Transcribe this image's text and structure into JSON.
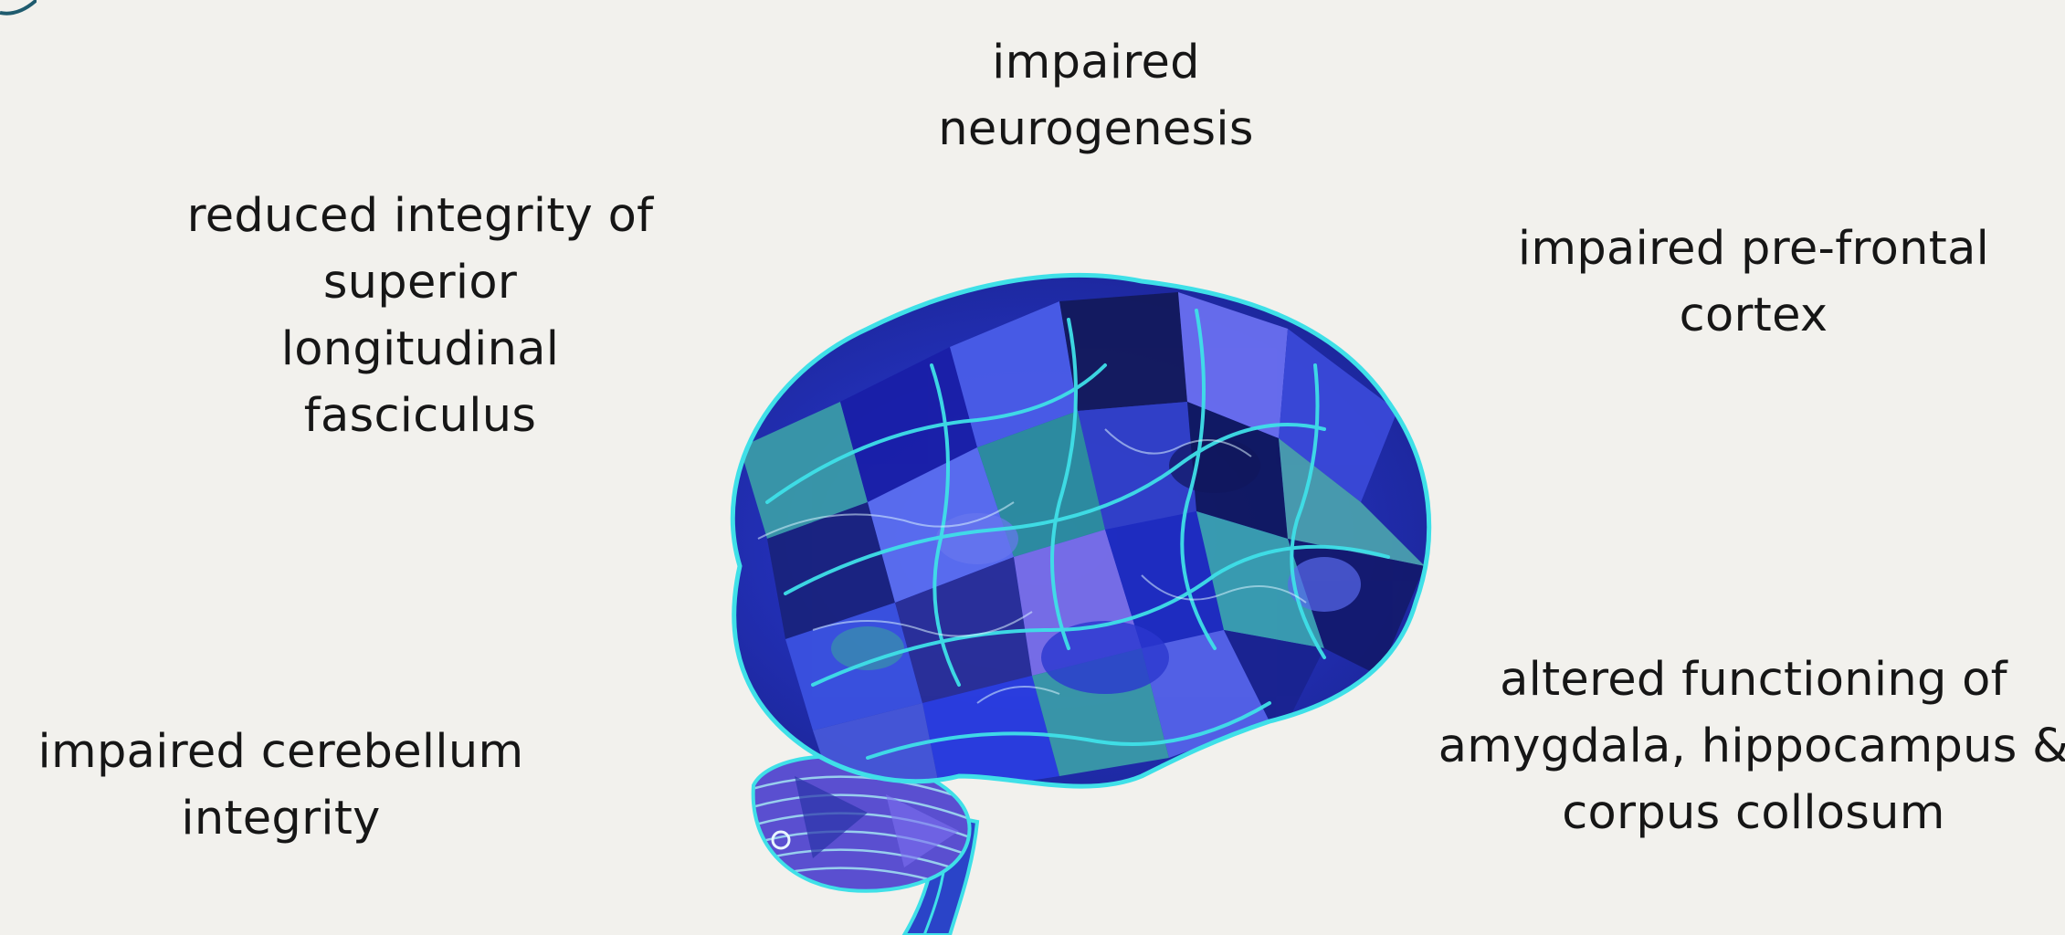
{
  "labels": {
    "neurogenesis": [
      "impaired",
      "neurogenesis"
    ],
    "slf": [
      "reduced integrity of",
      "superior",
      "longitudinal",
      "fasciculus"
    ],
    "prefrontal": [
      "impaired pre-frontal",
      "cortex"
    ],
    "cerebellum": [
      "impaired cerebellum",
      "integrity"
    ],
    "limbic": [
      "altered functioning of",
      "amygdala, hippocampus &",
      "corpus collosum"
    ]
  },
  "colors": {
    "background": "#f2f1ed",
    "text": "#161616",
    "brain_outline": "#3fe0e8",
    "brain_deep": "#1a1fa8",
    "brain_mid": "#3a49d8",
    "brain_teal": "#3a9aa8",
    "brain_dark": "#141a5c"
  },
  "illustration": "brain-side-view-mosaic"
}
